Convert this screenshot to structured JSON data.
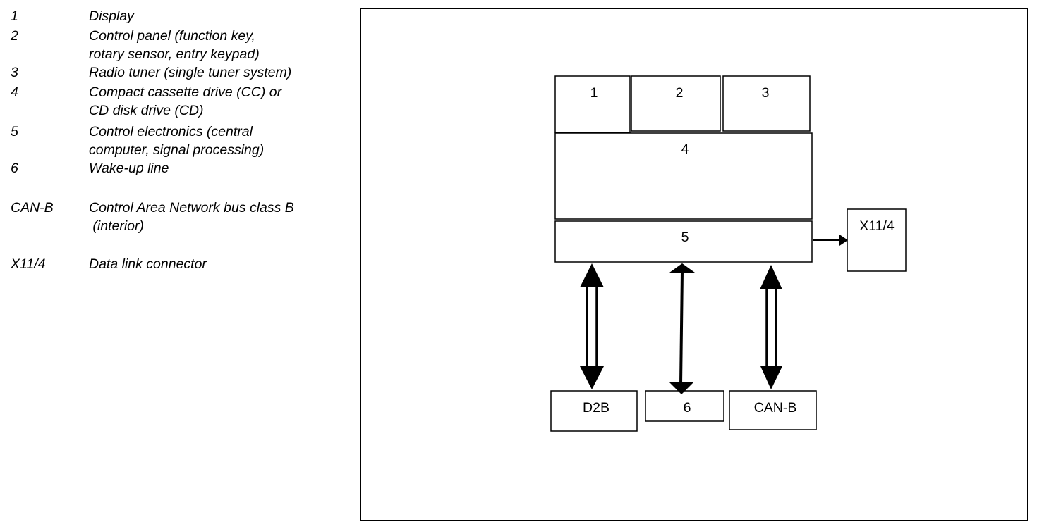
{
  "legend": [
    {
      "key": "1",
      "desc": [
        "Display"
      ]
    },
    {
      "key": "2",
      "desc": [
        "Control panel (function key,",
        "rotary sensor, entry keypad)"
      ]
    },
    {
      "key": "3",
      "desc": [
        "Radio tuner (single tuner system)"
      ]
    },
    {
      "key": "4",
      "desc": [
        "Compact cassette drive (CC) or",
        "CD disk drive (CD)"
      ]
    },
    {
      "key": "5",
      "desc": [
        "Control electronics (central",
        "computer, signal processing)"
      ]
    },
    {
      "key": "6",
      "desc": [
        "Wake-up line"
      ]
    },
    {
      "key": "CAN-B",
      "desc": [
        "Control Area Network bus class B",
        " (interior)"
      ]
    },
    {
      "key": "X11/4",
      "desc": [
        "Data link connector"
      ]
    }
  ],
  "diagram": {
    "blocks": {
      "b1": "1",
      "b2": "2",
      "b3": "3",
      "b4": "4",
      "b5": "5",
      "x11": "X11/4",
      "d2b": "D2B",
      "b6": "6",
      "canb": "CAN-B"
    },
    "connections": [
      {
        "from": "5",
        "to": "X11/4",
        "type": "single-arrow"
      },
      {
        "from": "5",
        "to": "D2B",
        "type": "double-line-bidirectional"
      },
      {
        "from": "5",
        "to": "6",
        "type": "single-line-bidirectional"
      },
      {
        "from": "5",
        "to": "CAN-B",
        "type": "double-line-bidirectional"
      }
    ]
  }
}
